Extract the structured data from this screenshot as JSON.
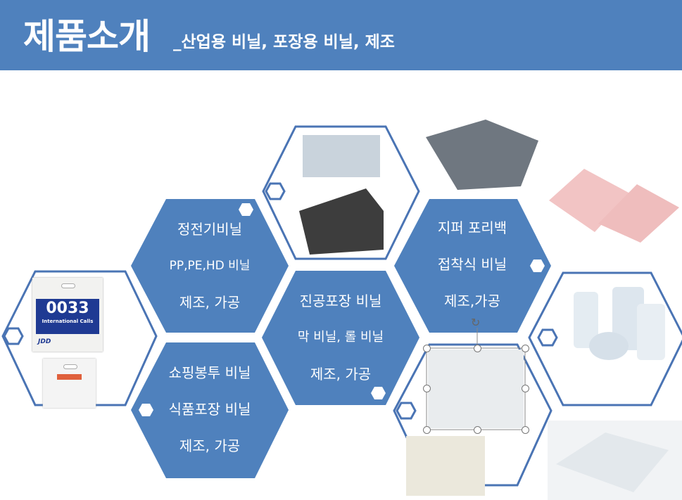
{
  "header": {
    "title": "제품소개",
    "subtitle": "_산업용 비닐, 포장용 비닐,  제조"
  },
  "hexagons": [
    {
      "lines": [
        "정전기비닐",
        "PP,PE,HD 비닐",
        "제조, 가공"
      ]
    },
    {
      "lines": [
        "쇼핑봉투 비닐",
        "식품포장 비닐",
        "제조, 가공"
      ]
    },
    {
      "lines": [
        "진공포장 비닐",
        "막 비닐, 롤 비닐",
        "제조, 가공"
      ]
    },
    {
      "lines": [
        "지퍼 포리백",
        "접착식 비닐",
        "제조,가공"
      ]
    }
  ],
  "images": {
    "shopping_bag": {
      "number": "0033",
      "caption": "International Calls",
      "brand": "JDD"
    }
  },
  "colors": {
    "accent": "#4f81bd",
    "outline": "#4a74b4"
  }
}
